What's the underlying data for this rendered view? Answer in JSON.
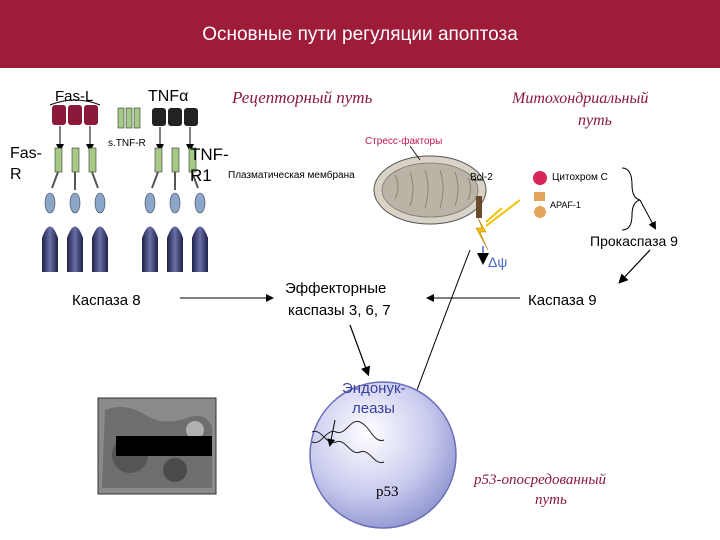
{
  "title": "Основные пути регуляции апоптоза",
  "labels": {
    "fas_l": "Fas-L",
    "tnf_alpha": "TNFα",
    "receptor_path": "Рецепторный путь",
    "mito_path_line1": "Митохондриальный",
    "mito_path_line2": "путь",
    "s_tnf_r": "s.TNF-R",
    "fas_r_line1": "Fas-",
    "fas_r_line2": "R",
    "tnf_r1_line1": "TNF-",
    "tnf_r1_line2": "R1",
    "stress_factors": "Стресс-факторы",
    "plasma_membrane": "Плазматическая мембрана",
    "bcl2": "Bcl-2",
    "cytochrome_c": "Цитохром С",
    "apaf1": "APAF-1",
    "procaspase9": "Прокаспаза 9",
    "delta_psi": "Δψ",
    "caspase8": "Каспаза 8",
    "effector_line1": "Эффекторные",
    "effector_line2": "каспазы 3, 6, 7",
    "caspase9": "Каспаза 9",
    "endonuc_line1": "Эндонук-",
    "endonuc_line2": "леазы",
    "p53": "p53",
    "p53_path_line1": "p53-опосредованный",
    "p53_path_line2": "путь"
  },
  "colors": {
    "header_bg": "#9e1b3a",
    "ligand": "#8b1a3a",
    "receptor_green": "#a6c986",
    "receptor_blue": "#8aa6c8",
    "caspase_dark": "#2b2f5c",
    "mito_fill": "#b9b4a6",
    "nucleus": "#bfc2e6",
    "cytochrome": "#d9265a",
    "apaf1": "#e3a45a",
    "bcl2_dark": "#6b4a2b"
  }
}
